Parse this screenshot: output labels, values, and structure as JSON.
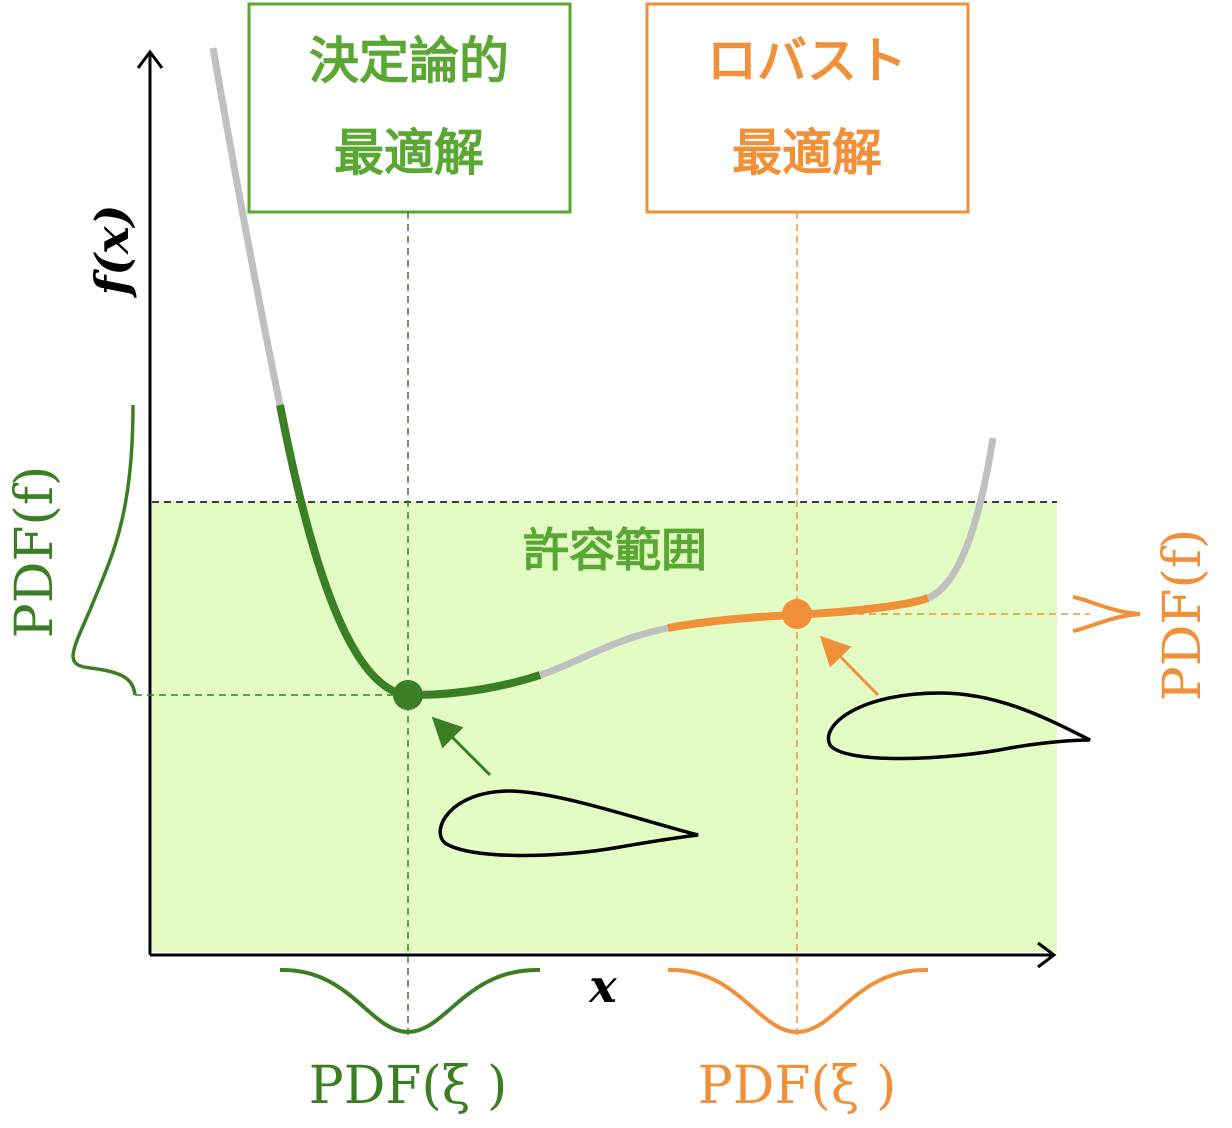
{
  "colors": {
    "green": "#3b7f24",
    "green_light": "#5aa833",
    "orange": "#f0913a",
    "feasible_fill": "#e3fcc4",
    "gray": "#c0c0c0"
  },
  "labels": {
    "deterministic_line1": "決定論的",
    "deterministic_line2": "最適解",
    "robust_line1": "ロバスト",
    "robust_line2": "最適解",
    "feasible_region": "許容範囲",
    "y_axis": "f(x)",
    "x_axis": "x",
    "pdf_xi_green": "PDF(ξ )",
    "pdf_xi_orange": "PDF(ξ )",
    "pdf_f_green": "PDF(f)",
    "pdf_f_orange": "PDF(f)"
  }
}
